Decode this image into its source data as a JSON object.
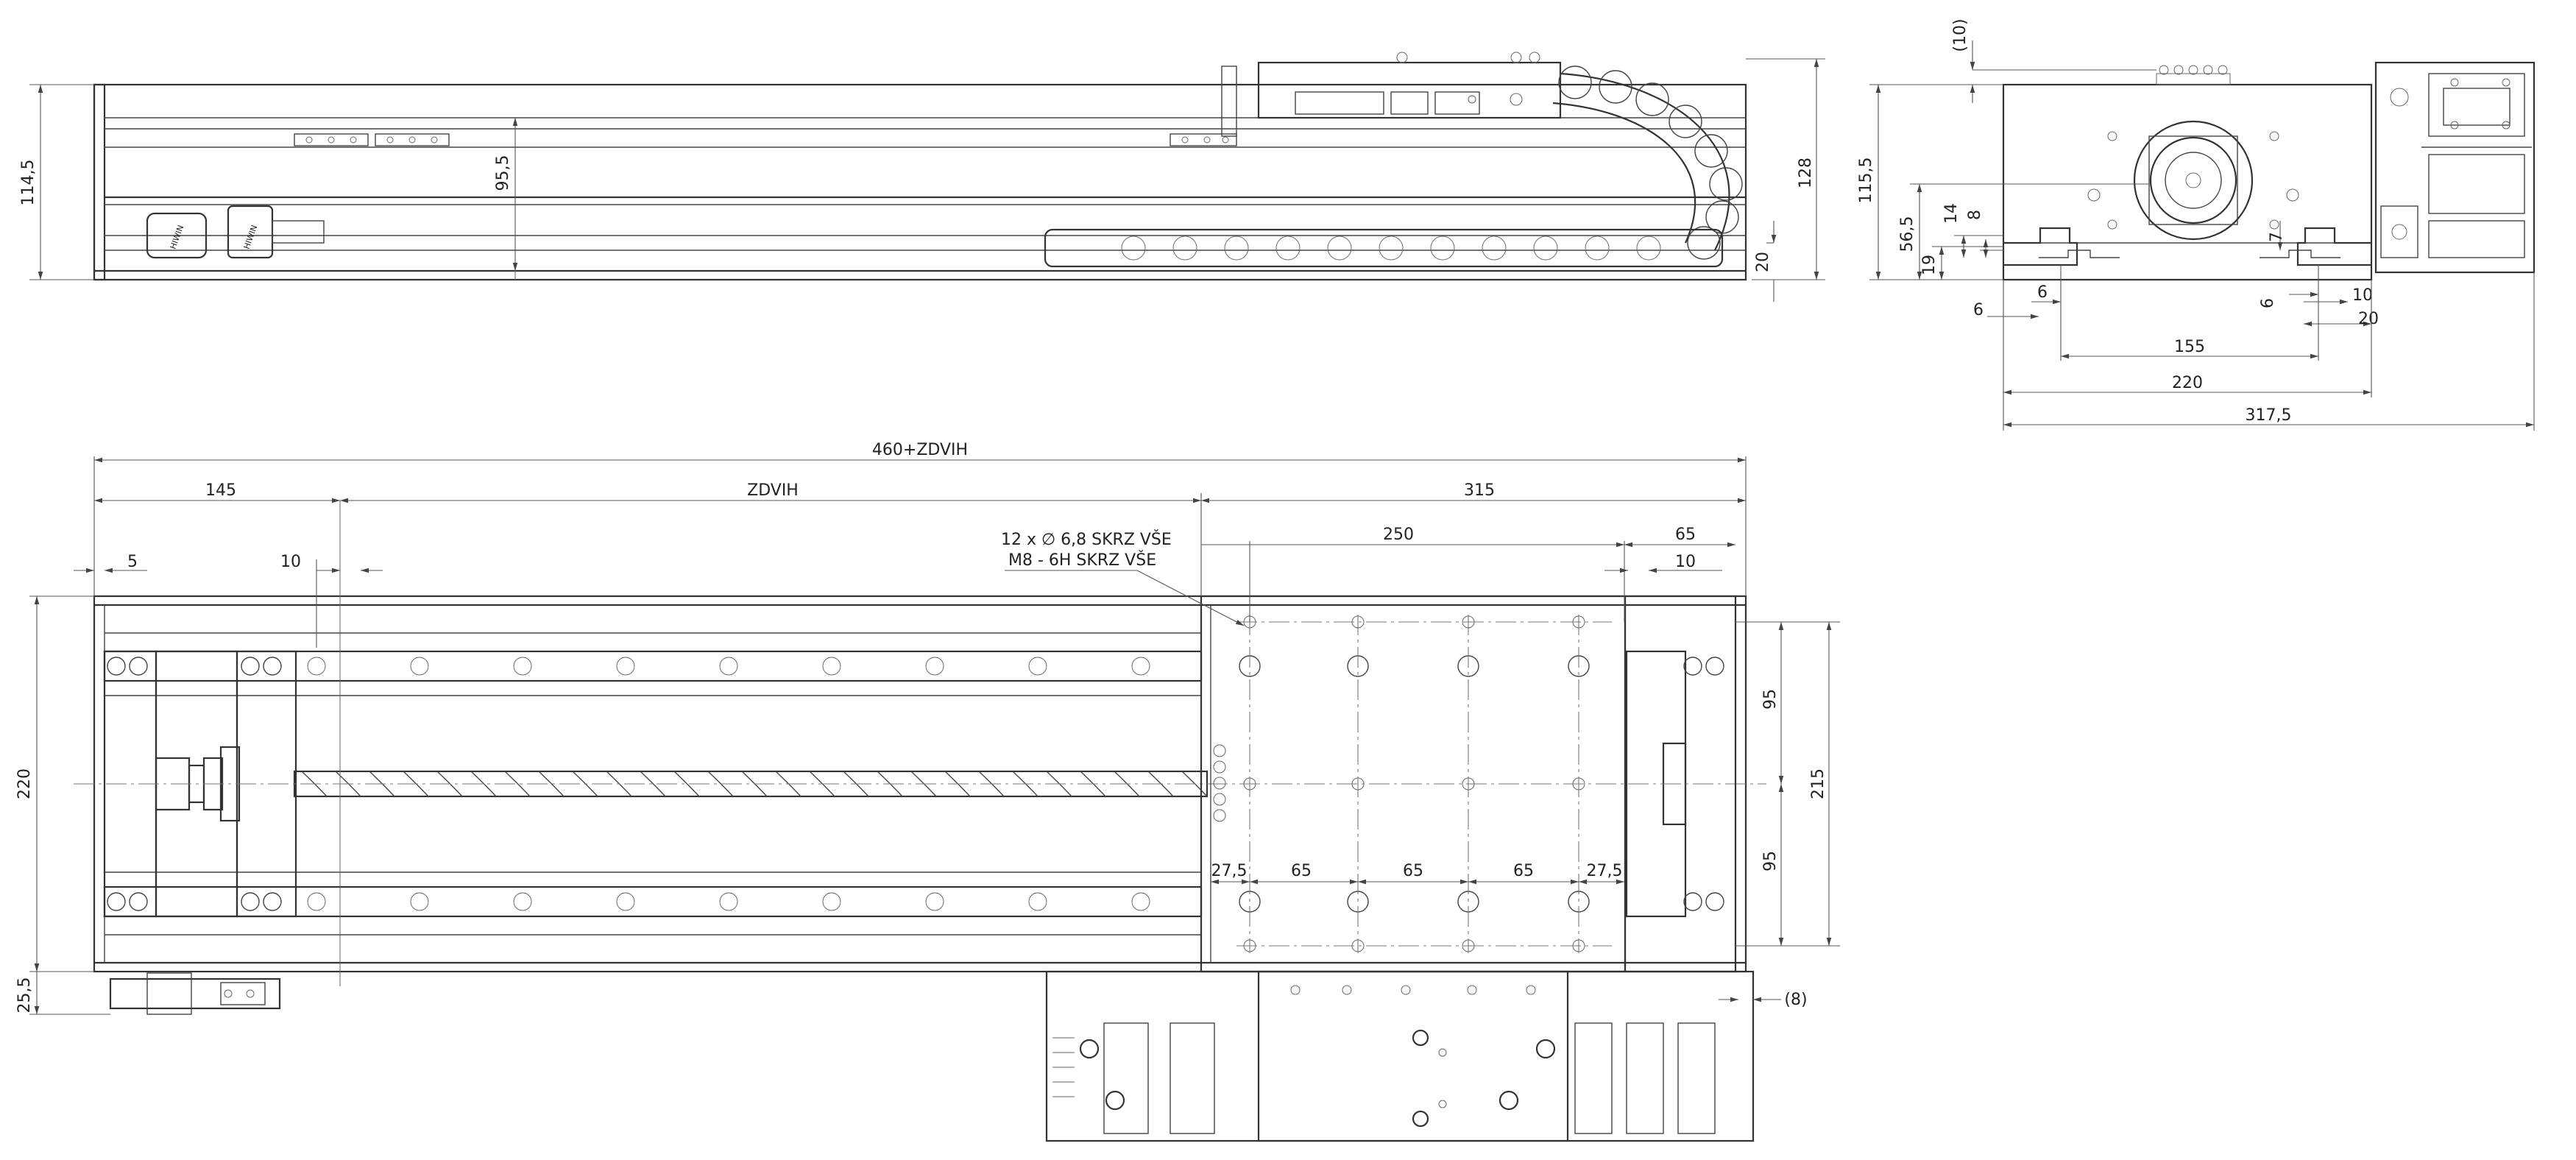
{
  "dimensions": {
    "side_height": "114,5",
    "side_inner": "95,5",
    "side_total": "128",
    "side_bottom": "20",
    "end_top": "(10)",
    "end_height": "115,5",
    "end_565": "56,5",
    "end_19": "19",
    "end_14": "14",
    "end_8": "8",
    "end_6a": "6",
    "end_6b": "6",
    "end_7": "7",
    "end_6c": "6",
    "end_10": "10",
    "end_20": "20",
    "end_155": "155",
    "end_220": "220",
    "end_3175": "317,5",
    "top_total": "460+ZDVIH",
    "top_145": "145",
    "top_stroke": "ZDVIH",
    "top_315": "315",
    "top_250": "250",
    "top_65r": "65",
    "top_10r": "10",
    "top_5": "5",
    "top_10l": "10",
    "top_220": "220",
    "top_215": "215",
    "top_95a": "95",
    "top_95b": "95",
    "top_255": "25,5",
    "top_8": "(8)",
    "pitch_275a": "27,5",
    "pitch_65a": "65",
    "pitch_65b": "65",
    "pitch_65c": "65",
    "pitch_275b": "27,5"
  },
  "note_line1": "12 x ∅ 6,8 SKRZ VŠE",
  "note_line2": "M8 - 6H SKRZ VŠE",
  "logo_text": "HIWIN"
}
